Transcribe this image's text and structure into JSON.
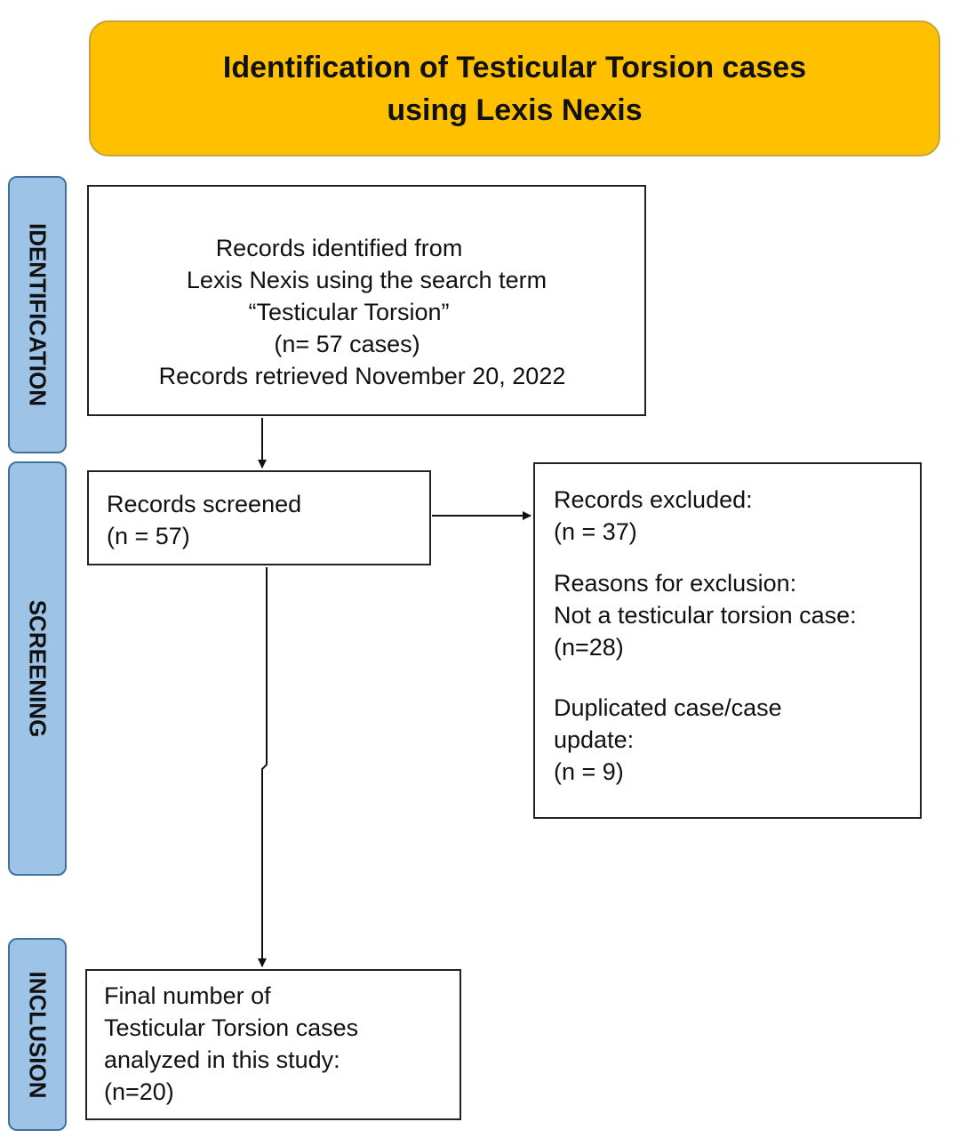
{
  "title": {
    "line1": "Identification of Testicular Torsion cases",
    "line2": "using Lexis Nexis"
  },
  "stages": {
    "identification": "IDENTIFICATION",
    "screening": "SCREENING",
    "inclusion": "INCLUSION"
  },
  "identified_box": {
    "lines": [
      "Records identified from",
      "Lexis Nexis using the search term",
      "“Testicular Torsion”",
      "(n= 57 cases)",
      "Records retrieved November 20, 2022"
    ]
  },
  "screened_box": {
    "lines": [
      "Records screened",
      "(n = 57)"
    ]
  },
  "excluded_box": {
    "heading": "Records excluded:",
    "count": "(n = 37)",
    "reasons_heading": "Reasons for exclusion:",
    "reason1_label": "Not a testicular torsion case:",
    "reason1_count": "(n=28)",
    "reason2_label_line1": "Duplicated case/case",
    "reason2_label_line2": "update:",
    "reason2_count": "(n = 9)"
  },
  "final_box": {
    "lines": [
      "Final number of",
      "Testicular Torsion cases",
      "analyzed in this study:",
      "(n=20)"
    ]
  },
  "colors": {
    "title_fill": "#ffc000",
    "stage_fill": "#9dc3e6",
    "stage_border": "#41719c"
  }
}
